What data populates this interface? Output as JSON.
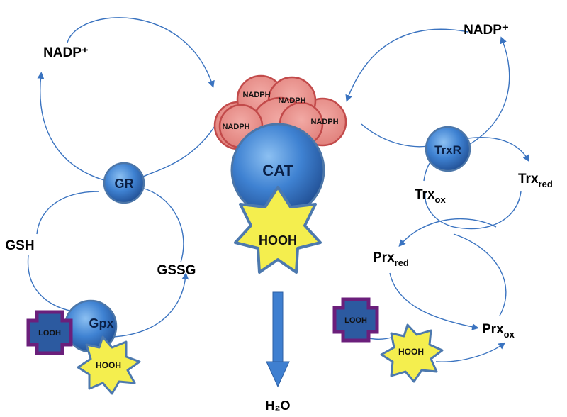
{
  "labels": {
    "nadp_left": "NADP⁺",
    "nadp_right": "NADP⁺",
    "nadph_1": "NADPH",
    "nadph_2": "NADPH",
    "nadph_3": "NADPH",
    "nadph_4": "NADPH",
    "cat": "CAT",
    "hooh_center": "HOOH",
    "water": "H₂O",
    "gr": "GR",
    "gsh": "GSH",
    "gssg": "GSSG",
    "gpx": "Gpx",
    "looh_left": "LOOH",
    "hooh_left": "HOOH",
    "trxr": "TrxR",
    "trx_base": "Trx",
    "trx_ox_sub": "ox",
    "trx_red_sub": "red",
    "prx_base": "Prx",
    "prx_red_sub": "red",
    "prx_ox_sub": "ox",
    "looh_right": "LOOH",
    "hooh_right": "HOOH"
  },
  "colors": {
    "blue_node": "#3d7fcf",
    "blue_dark": "#2d5fa3",
    "arrow": "#3a73c0",
    "nadph_fill": "#e58a85",
    "nadph_stroke": "#c24a4a",
    "star_fill": "#f4ee4e",
    "star_stroke": "#4d79ae",
    "looh_fill": "#2c5aa0",
    "looh_stroke": "#6b1f7b"
  }
}
